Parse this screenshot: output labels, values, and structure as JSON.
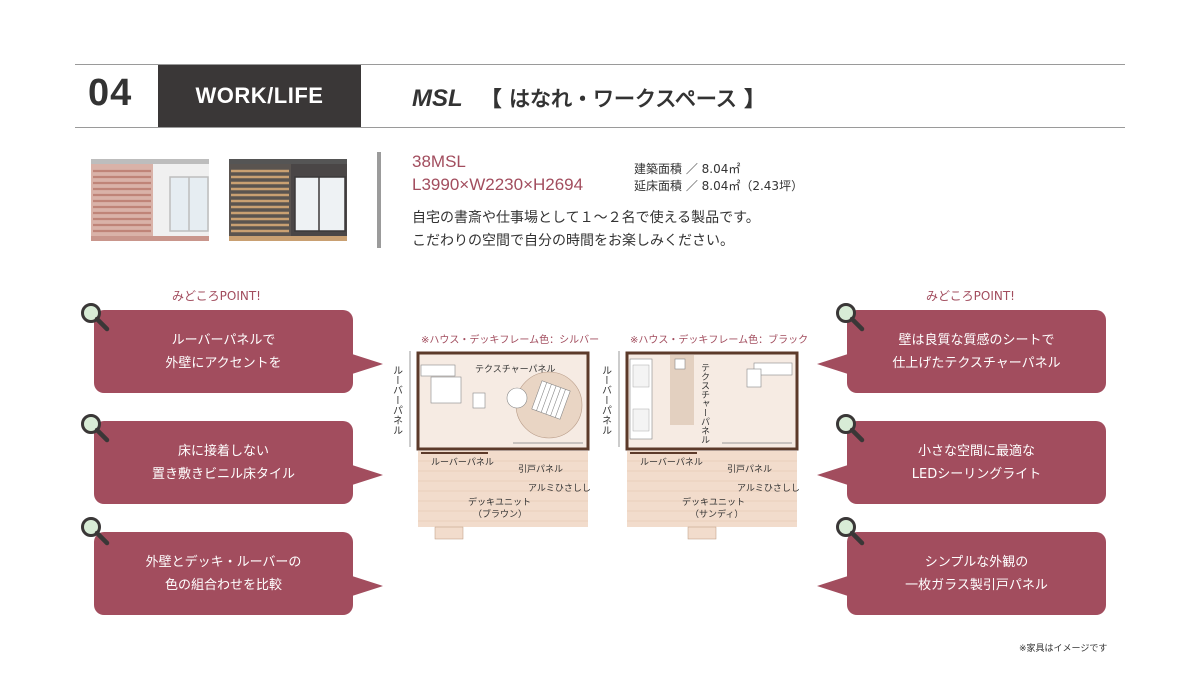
{
  "header": {
    "number": "04",
    "category": "WORK/LIFE",
    "model": "MSL",
    "subtitle": "【 はなれ・ワークスペース 】"
  },
  "thumbnails": [
    {
      "icon": "house-exterior-silver",
      "wall_color": "#c9968c",
      "frame_color": "#b9b9b9"
    },
    {
      "icon": "house-exterior-black",
      "wall_color": "#b9956a",
      "frame_color": "#4a4646"
    }
  ],
  "spec": {
    "code": "38MSL",
    "dimensions": "L3990×W2230×H2694",
    "building_area": "建築面積 ／ 8.04㎡",
    "floor_area": "延床面積 ／ 8.04㎡（2.43坪）",
    "description_line1": "自宅の書斎や仕事場として１〜２名で使える製品です。",
    "description_line2": "こだわりの空間で自分の時間をお楽しみください。"
  },
  "points_left": {
    "title": "みどころPOINT!",
    "items": [
      {
        "line1": "ルーバーパネルで",
        "line2": "外壁にアクセントを"
      },
      {
        "line1": "床に接着しない",
        "line2": "置き敷きビニル床タイル"
      },
      {
        "line1": "外壁とデッキ・ルーバーの",
        "line2": "色の組合わせを比較"
      }
    ]
  },
  "points_right": {
    "title": "みどころPOINT!",
    "items": [
      {
        "line1": "壁は良質な質感のシートで",
        "line2": "仕上げたテクスチャーパネル"
      },
      {
        "line1": "小さな空間に最適な",
        "line2": "LEDシーリングライト"
      },
      {
        "line1": "シンプルな外観の",
        "line2": "一枚ガラス製引戸パネル"
      }
    ]
  },
  "plans": [
    {
      "caption": "※ハウス・デッキフレーム色：シルバー",
      "louver_side": "ルーバーパネル",
      "texture": "テクスチャーパネル",
      "louver": "ルーバーパネル",
      "sliding": "引戸パネル",
      "eave": "アルミひさしし",
      "deck": "デッキユニット",
      "deck_color": "（ブラウン）"
    },
    {
      "caption": "※ハウス・デッキフレーム色：ブラック",
      "louver_side": "ルーバーパネル",
      "texture": "テクスチャーパネル",
      "louver": "ルーバーパネル",
      "sliding": "引戸パネル",
      "eave": "アルミひさしし",
      "deck": "デッキユニット",
      "deck_color": "（サンディ）"
    }
  ],
  "colors": {
    "accent": "#a24d5e",
    "dark": "#3a3737",
    "deck_fill": "#f2dccc",
    "floor_fill": "#f6ebe3"
  },
  "footnote": "※家具はイメージです"
}
